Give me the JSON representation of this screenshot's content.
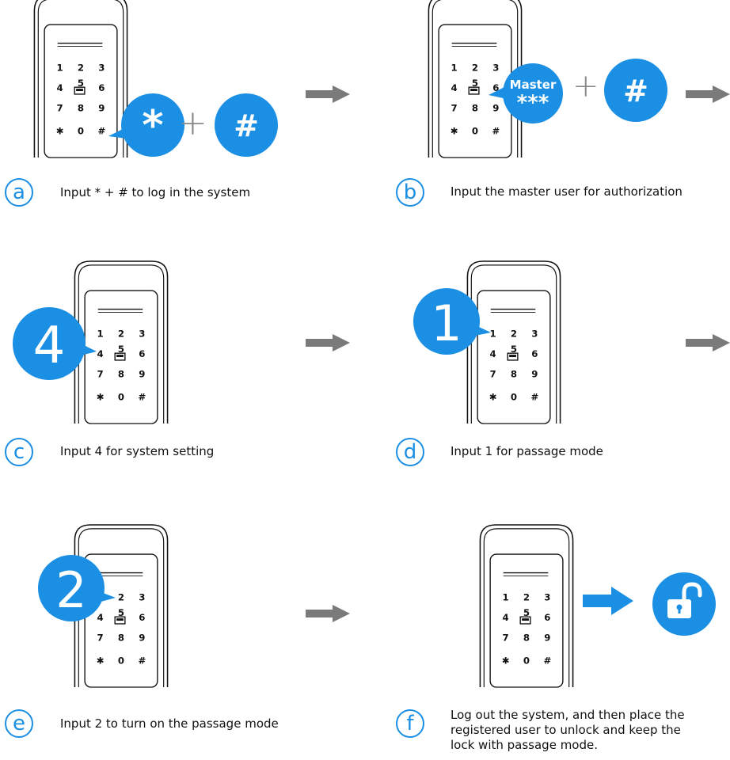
{
  "keypad": {
    "keys": [
      "1",
      "2",
      "3",
      "4",
      "5",
      "6",
      "7",
      "8",
      "9",
      "✱",
      "0",
      "#"
    ]
  },
  "colors": {
    "accent": "#1a8fe3",
    "arrow_gray": "#7a7a7a",
    "text": "#111111"
  },
  "steps": [
    {
      "letter": "a",
      "text": "Input * + # to log in the system",
      "badge_1": "*",
      "plus": "+",
      "badge_2": "#"
    },
    {
      "letter": "b",
      "text": "Input the master user for authorization",
      "badge_1_line1": "Master",
      "badge_1_line2": "***",
      "plus": "+",
      "badge_2": "#"
    },
    {
      "letter": "c",
      "text": "Input 4 for system setting",
      "badge": "4"
    },
    {
      "letter": "d",
      "text": "Input 1 for passage mode",
      "badge": "1"
    },
    {
      "letter": "e",
      "text": "Input 2 to turn on the passage mode",
      "badge": "2"
    },
    {
      "letter": "f",
      "text_line1": "Log out the system, and then place the",
      "text_line2": "registered user to unlock and keep the",
      "text_line3": "lock with passage mode.",
      "icon": "unlocked-padlock-icon"
    }
  ]
}
